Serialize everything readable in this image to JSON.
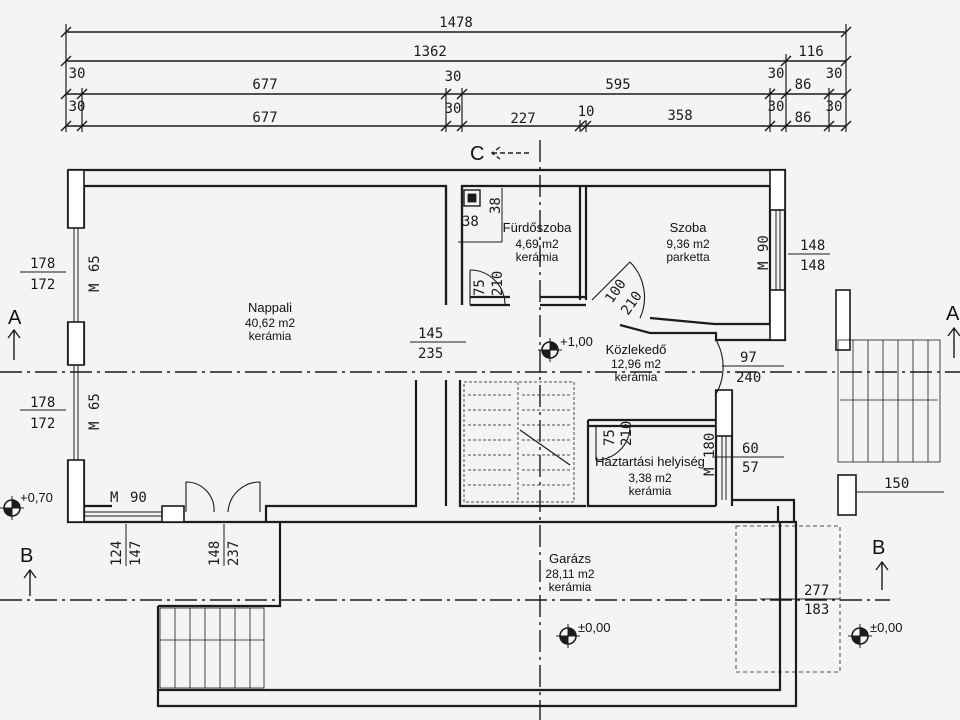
{
  "dimensions": {
    "row1": [
      "1478"
    ],
    "row2": [
      "1362",
      "116"
    ],
    "row3": [
      "30",
      "677",
      "30",
      "595",
      "30",
      "86",
      "30"
    ],
    "row4": [
      "30",
      "677",
      "30",
      "227",
      "10",
      "358",
      "30",
      "86",
      "30"
    ]
  },
  "rooms": {
    "nappali": {
      "name": "Nappali",
      "area": "40,62 m2",
      "floor": "kerámia"
    },
    "furdoszoba": {
      "name": "Fürdőszoba",
      "area": "4,69 m2",
      "floor": "kerámia"
    },
    "szoba": {
      "name": "Szoba",
      "area": "9,36 m2",
      "floor": "parketta"
    },
    "kozlekedo": {
      "name": "Közlekedő",
      "area": "12,96 m2",
      "floor": "kerámia"
    },
    "haztartasi": {
      "name": "Háztartási helyiség",
      "area": "3,38 m2",
      "floor": "kerámia"
    },
    "garazs": {
      "name": "Garázs",
      "area": "28,11 m2",
      "floor": "kerámia"
    }
  },
  "window_labels": {
    "left_top_a": "178",
    "left_top_b": "172",
    "left_top_m": "M",
    "left_top_w": "65",
    "left_bot_a": "178",
    "left_bot_b": "172",
    "left_bot_m": "M",
    "left_bot_w": "65",
    "bottom_m": "M",
    "bottom_w": "90",
    "bottom_v1": "124",
    "bottom_v2": "147",
    "bottom_v3": "148",
    "bottom_v4": "237",
    "szoba_m": "M",
    "szoba_w": "90",
    "szoba_a": "148",
    "szoba_b": "148",
    "haz_m": "M",
    "haz_w": "180",
    "haz_a": "60",
    "haz_b": "57"
  },
  "door_labels": {
    "bath_a": "75",
    "bath_b": "210",
    "szoba_a": "100",
    "szoba_b": "210",
    "haz_a": "75",
    "haz_b": "210",
    "opening_a": "145",
    "opening_b": "235",
    "kozl_a": "97",
    "kozl_b": "240",
    "garage_a": "277",
    "garage_b": "183",
    "stair_ext": "150"
  },
  "bath_dims": {
    "a": "38",
    "b": "38"
  },
  "levels": {
    "kozl": "+1,00",
    "left": "+0,70",
    "garage": "±0,00",
    "right": "±0,00"
  },
  "sections": {
    "a_left": "A",
    "a_right": "A",
    "b_left": "B",
    "b_right": "B",
    "c_top": "C"
  }
}
